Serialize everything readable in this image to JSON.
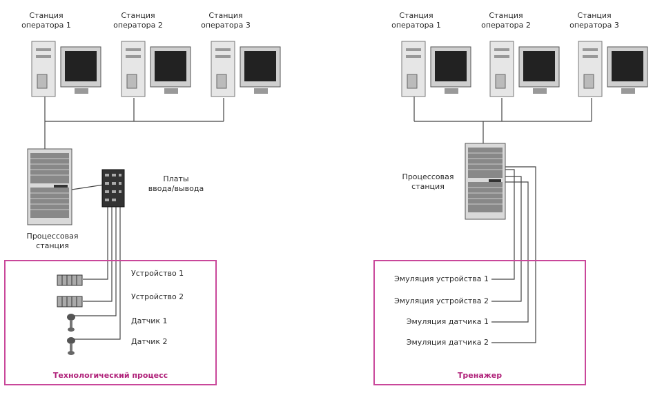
{
  "left": {
    "stations": [
      "Станция\nоператора 1",
      "Станция\nоператора 2",
      "Станция\nоператора 3"
    ],
    "process_station": "Процессовая\nстанция",
    "io_boards": "Платы\nввода/вывода",
    "devices": [
      "Устройство 1",
      "Устройство 2"
    ],
    "sensors": [
      "Датчик 1",
      "Датчик 2"
    ],
    "box_title": "Технологический процесс"
  },
  "right": {
    "stations": [
      "Станция\nоператора 1",
      "Станция\nоператора 2",
      "Станция\nоператора 3"
    ],
    "process_station": "Процессовая\nстанция",
    "emulations": [
      "Эмуляция устройства 1",
      "Эмуляция устройства 2",
      "Эмуляция датчика 1",
      "Эмуляция датчика 2"
    ],
    "box_title": "Тренажер"
  },
  "colors": {
    "frame": "#c9479a",
    "title": "#b0227a",
    "wire": "#444444"
  },
  "icons": [
    "workstation-icon",
    "server-rack-icon",
    "io-board-icon",
    "device-module-icon",
    "sensor-icon"
  ]
}
